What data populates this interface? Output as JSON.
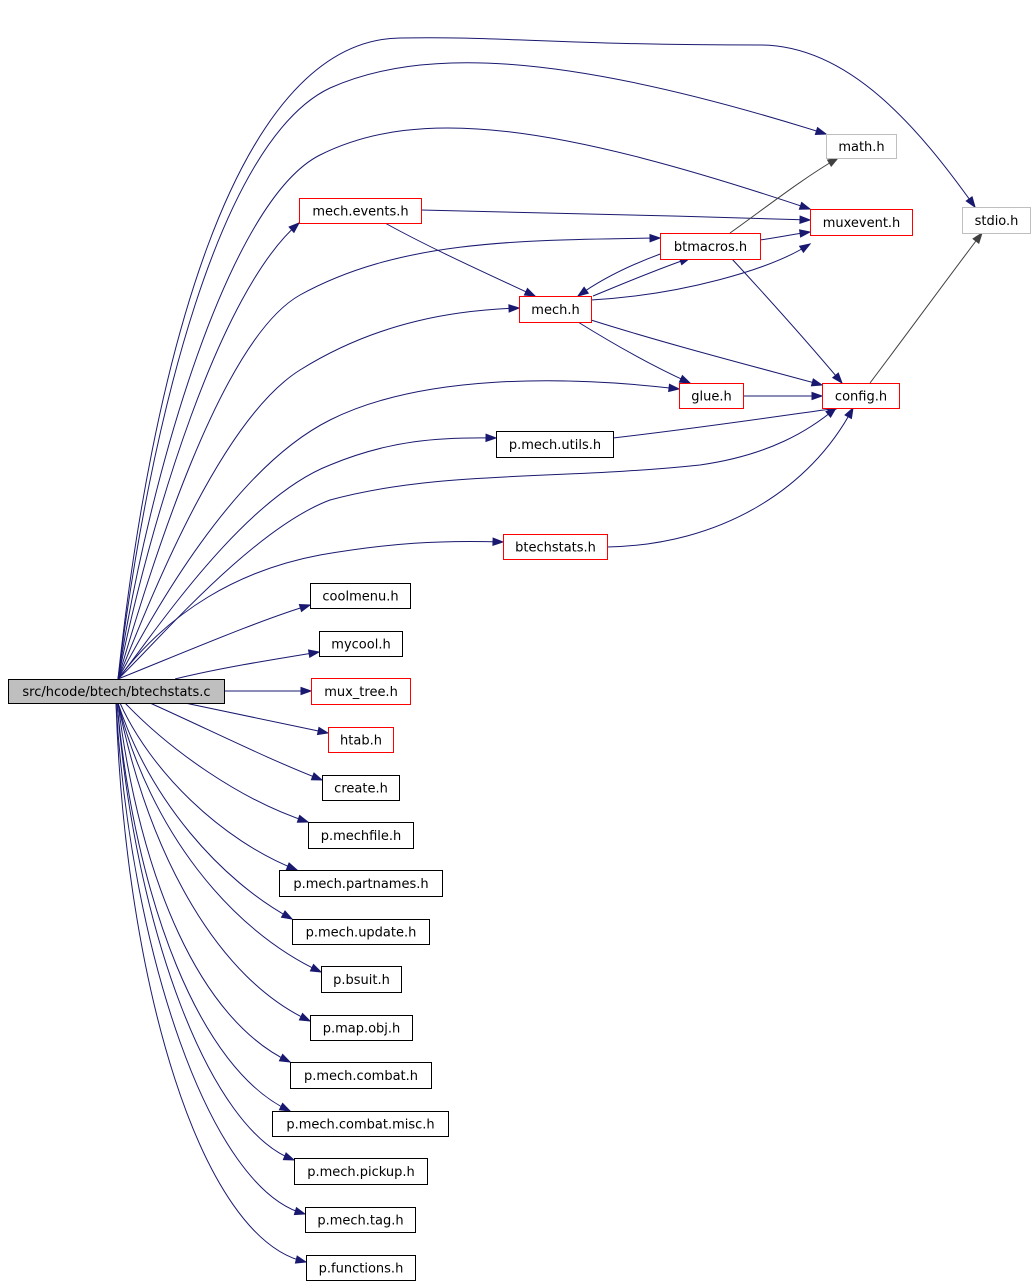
{
  "graph": {
    "root": "src/hcode/btech/btechstats.c",
    "nodes": [
      {
        "id": "root",
        "label": "src/hcode/btech/btechstats.c",
        "style": "root"
      },
      {
        "id": "math",
        "label": "math.h",
        "style": "gray"
      },
      {
        "id": "stdio",
        "label": "stdio.h",
        "style": "gray"
      },
      {
        "id": "mechevents",
        "label": "mech.events.h",
        "style": "red"
      },
      {
        "id": "muxevent",
        "label": "muxevent.h",
        "style": "red"
      },
      {
        "id": "btmacros",
        "label": "btmacros.h",
        "style": "red"
      },
      {
        "id": "mech",
        "label": "mech.h",
        "style": "red"
      },
      {
        "id": "glue",
        "label": "glue.h",
        "style": "red"
      },
      {
        "id": "config",
        "label": "config.h",
        "style": "red"
      },
      {
        "id": "pmechutils",
        "label": "p.mech.utils.h",
        "style": "black"
      },
      {
        "id": "btechstats",
        "label": "btechstats.h",
        "style": "red"
      },
      {
        "id": "coolmenu",
        "label": "coolmenu.h",
        "style": "black"
      },
      {
        "id": "mycool",
        "label": "mycool.h",
        "style": "black"
      },
      {
        "id": "muxtree",
        "label": "mux_tree.h",
        "style": "red"
      },
      {
        "id": "htab",
        "label": "htab.h",
        "style": "red"
      },
      {
        "id": "create",
        "label": "create.h",
        "style": "black"
      },
      {
        "id": "pmechfile",
        "label": "p.mechfile.h",
        "style": "black"
      },
      {
        "id": "pmechpartnames",
        "label": "p.mech.partnames.h",
        "style": "black"
      },
      {
        "id": "pmechupdate",
        "label": "p.mech.update.h",
        "style": "black"
      },
      {
        "id": "pbsuit",
        "label": "p.bsuit.h",
        "style": "black"
      },
      {
        "id": "pmapobj",
        "label": "p.map.obj.h",
        "style": "black"
      },
      {
        "id": "pmechcombat",
        "label": "p.mech.combat.h",
        "style": "black"
      },
      {
        "id": "pmechcombatmisc",
        "label": "p.mech.combat.misc.h",
        "style": "black"
      },
      {
        "id": "pmechpickup",
        "label": "p.mech.pickup.h",
        "style": "black"
      },
      {
        "id": "pmechtag",
        "label": "p.mech.tag.h",
        "style": "black"
      },
      {
        "id": "pfunctions",
        "label": "p.functions.h",
        "style": "black"
      }
    ],
    "edges": [
      [
        "root",
        "stdio"
      ],
      [
        "root",
        "math"
      ],
      [
        "root",
        "muxevent"
      ],
      [
        "root",
        "mechevents"
      ],
      [
        "root",
        "btmacros"
      ],
      [
        "root",
        "mech"
      ],
      [
        "root",
        "glue"
      ],
      [
        "root",
        "pmechutils"
      ],
      [
        "root",
        "config"
      ],
      [
        "root",
        "btechstats"
      ],
      [
        "root",
        "coolmenu"
      ],
      [
        "root",
        "mycool"
      ],
      [
        "root",
        "muxtree"
      ],
      [
        "root",
        "htab"
      ],
      [
        "root",
        "create"
      ],
      [
        "root",
        "pmechfile"
      ],
      [
        "root",
        "pmechpartnames"
      ],
      [
        "root",
        "pmechupdate"
      ],
      [
        "root",
        "pbsuit"
      ],
      [
        "root",
        "pmapobj"
      ],
      [
        "root",
        "pmechcombat"
      ],
      [
        "root",
        "pmechcombatmisc"
      ],
      [
        "root",
        "pmechpickup"
      ],
      [
        "root",
        "pmechtag"
      ],
      [
        "root",
        "pfunctions"
      ],
      [
        "mechevents",
        "muxevent"
      ],
      [
        "mechevents",
        "mech"
      ],
      [
        "btmacros",
        "math"
      ],
      [
        "btmacros",
        "muxevent"
      ],
      [
        "btmacros",
        "mech"
      ],
      [
        "btmacros",
        "config"
      ],
      [
        "mech",
        "btmacros"
      ],
      [
        "mech",
        "muxevent"
      ],
      [
        "mech",
        "glue"
      ],
      [
        "mech",
        "config"
      ],
      [
        "glue",
        "config"
      ],
      [
        "pmechutils",
        "config"
      ],
      [
        "btechstats",
        "config"
      ],
      [
        "config",
        "stdio"
      ]
    ]
  }
}
